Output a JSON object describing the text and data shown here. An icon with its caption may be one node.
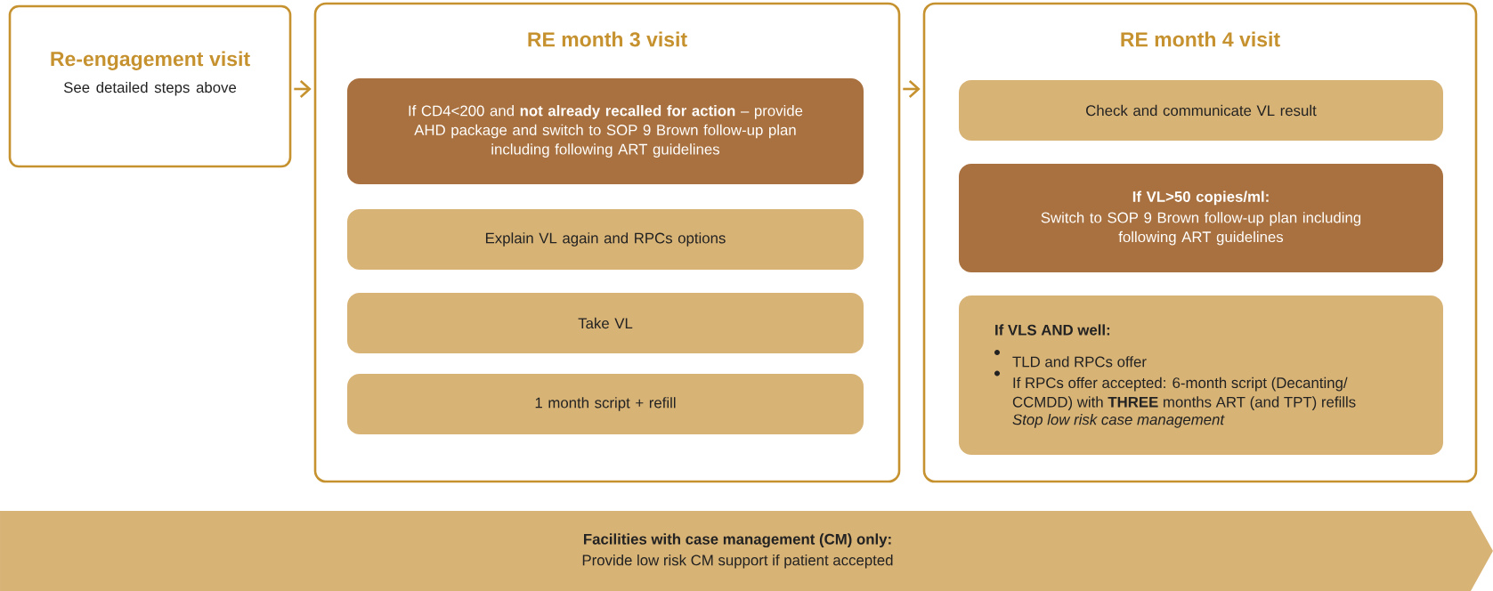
{
  "diagram": {
    "nodes": [
      {
        "text": [
          "Re-engagement visit",
          "See detailed steps above"
        ]
      },
      {
        "text": [
          "RE month 3 visit"
        ]
      },
      {
        "text": [
          "If CD4<200 and **not already recalled for action** – provide AHD package and switch to SOP 9 Brown follow-up plan including following ART guidelines"
        ],
        "in": 1
      },
      {
        "text": [
          "Explain VL again and RPCs options"
        ],
        "in": 1
      },
      {
        "text": [
          "Take VL"
        ],
        "in": 1
      },
      {
        "text": [
          "1 month script + refill"
        ],
        "in": 1
      },
      {
        "text": [
          "RE month 4 visit"
        ]
      },
      {
        "text": [
          "Check and communicate VL result"
        ],
        "in": 6
      },
      {
        "text": [
          "If VL>50 copies/ml:",
          "Switch to SOP 9 Brown follow-up plan including following ART guidelines"
        ],
        "in": 6
      },
      {
        "text": [
          "If VLS AND well:",
          "TLD and RPCs offer",
          "If RPCs offer accepted: 6-month script (Decanting/ CCMDD) with **THREE** months ART (and TPT) refills",
          "Stop low risk case management"
        ],
        "in": 6
      },
      {
        "text": [
          "Facilities with case management (CM) only:",
          "Provide low risk CM support if patient accepted"
        ]
      }
    ],
    "edges": [
      {
        "from": 0,
        "to": 1,
        "arrow": "to"
      },
      {
        "from": 1,
        "to": 6,
        "arrow": "to"
      }
    ]
  }
}
